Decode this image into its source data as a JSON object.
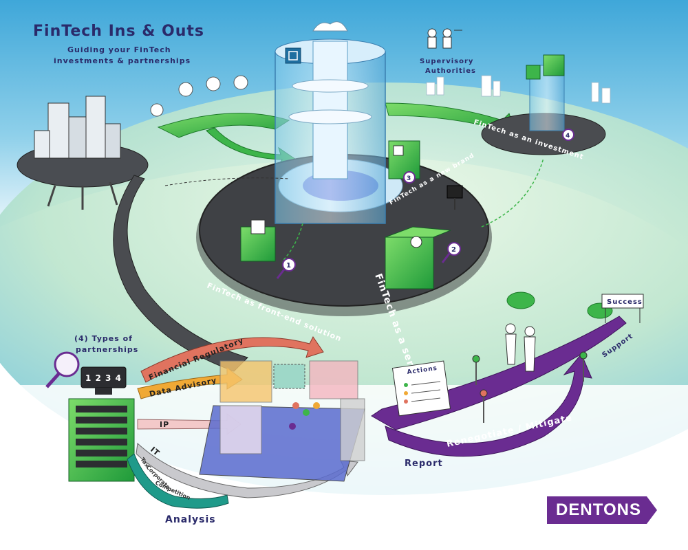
{
  "title": "FinTech Ins & Outs",
  "subtitle_line1": "Guiding your FinTech",
  "subtitle_line2": "investments & partnerships",
  "supervisory_line1": "Supervisory",
  "supervisory_line2": "Authorities",
  "models": [
    {
      "number": "1",
      "label": "FinTech as front-end solution"
    },
    {
      "number": "2",
      "label": "FinTech as a service"
    },
    {
      "number": "3",
      "label": "FinTech as a new brand"
    },
    {
      "number": "4",
      "label": "FinTech as an investment"
    }
  ],
  "partnerships_heading_line1": "(4) Types of",
  "partnerships_heading_line2": "partnerships",
  "screen_numbers": "1 2 3 4",
  "partnership_arrows": [
    "Financial Regulatory",
    "Data Advisory",
    "IP",
    "IT",
    "Tax",
    "Corporate",
    "Competition"
  ],
  "actions_label": "Actions",
  "success_label": "Success",
  "report_label": "Report",
  "renegotiate_label": "Renegotiate / Mitigate",
  "support_label": "Support",
  "analysis_label": "Analysis",
  "brand": "DENTONS",
  "colors": {
    "brand_purple": "#6a2c91",
    "accent_green": "#3db54a",
    "sky_blue": "#5fb7df",
    "platform_gray": "#3f4145"
  }
}
